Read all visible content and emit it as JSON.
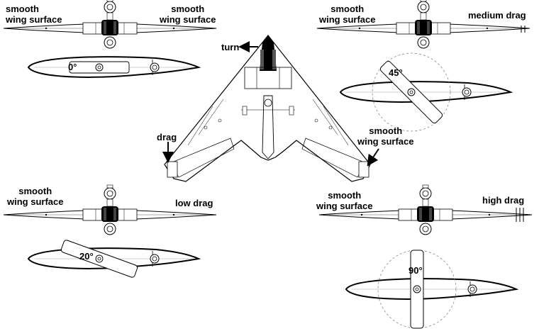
{
  "labels": {
    "tl_left": [
      "smooth",
      "wing surface"
    ],
    "tl_right": [
      "smooth",
      "wing surface"
    ],
    "tr_left": [
      "smooth",
      "wing surface"
    ],
    "tr_right": "medium drag",
    "bl_left": [
      "smooth",
      "wing surface"
    ],
    "bl_right": "low drag",
    "br_left": [
      "smooth",
      "wing surface"
    ],
    "br_right": "high drag",
    "center_turn": "turn",
    "center_drag": "drag",
    "center_smooth": [
      "smooth",
      "wing surface"
    ]
  },
  "angles": {
    "tl": "0°",
    "tr": "45°",
    "bl": "20°",
    "br": "90°"
  },
  "flap_deflection_deg": {
    "tl": 0,
    "tr": 45,
    "bl": 20,
    "br": 90
  }
}
